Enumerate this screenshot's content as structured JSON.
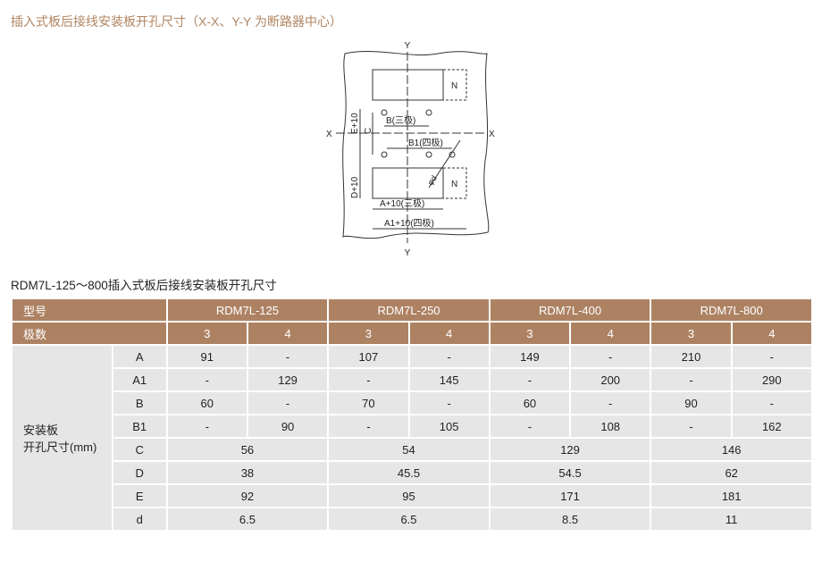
{
  "title": "插入式板后接线安装板开孔尺寸（X-X、Y-Y 为断路器中心）",
  "diagram": {
    "y_label": "Y",
    "x_label": "X",
    "n_label": "N",
    "e10": "E+10",
    "c": "C",
    "b3": "B(三极)",
    "b4": "B1(四极)",
    "d10": "D+10",
    "phi": "φd",
    "a3": "A+10(三极)",
    "a4": "A1+10(四极)"
  },
  "subtitle": "RDM7L-125～800插入式板后接线安装板开孔尺寸",
  "table": {
    "model_label": "型号",
    "poles_label": "极数",
    "models": [
      "RDM7L-125",
      "RDM7L-250",
      "RDM7L-400",
      "RDM7L-800"
    ],
    "poles": [
      "3",
      "4"
    ],
    "group_label": "安装板\n开孔尺寸(mm)",
    "split_rows": [
      {
        "k": "A",
        "v": [
          "91",
          "-",
          "107",
          "-",
          "149",
          "-",
          "210",
          "-"
        ]
      },
      {
        "k": "A1",
        "v": [
          "-",
          "129",
          "-",
          "145",
          "-",
          "200",
          "-",
          "290"
        ]
      },
      {
        "k": "B",
        "v": [
          "60",
          "-",
          "70",
          "-",
          "60",
          "-",
          "90",
          "-"
        ]
      },
      {
        "k": "B1",
        "v": [
          "-",
          "90",
          "-",
          "105",
          "-",
          "108",
          "-",
          "162"
        ]
      }
    ],
    "merged_rows": [
      {
        "k": "C",
        "v": [
          "56",
          "54",
          "129",
          "146"
        ]
      },
      {
        "k": "D",
        "v": [
          "38",
          "45.5",
          "54.5",
          "62"
        ]
      },
      {
        "k": "E",
        "v": [
          "92",
          "95",
          "171",
          "181"
        ]
      },
      {
        "k": "d",
        "v": [
          "6.5",
          "6.5",
          "8.5",
          "11"
        ]
      }
    ]
  }
}
